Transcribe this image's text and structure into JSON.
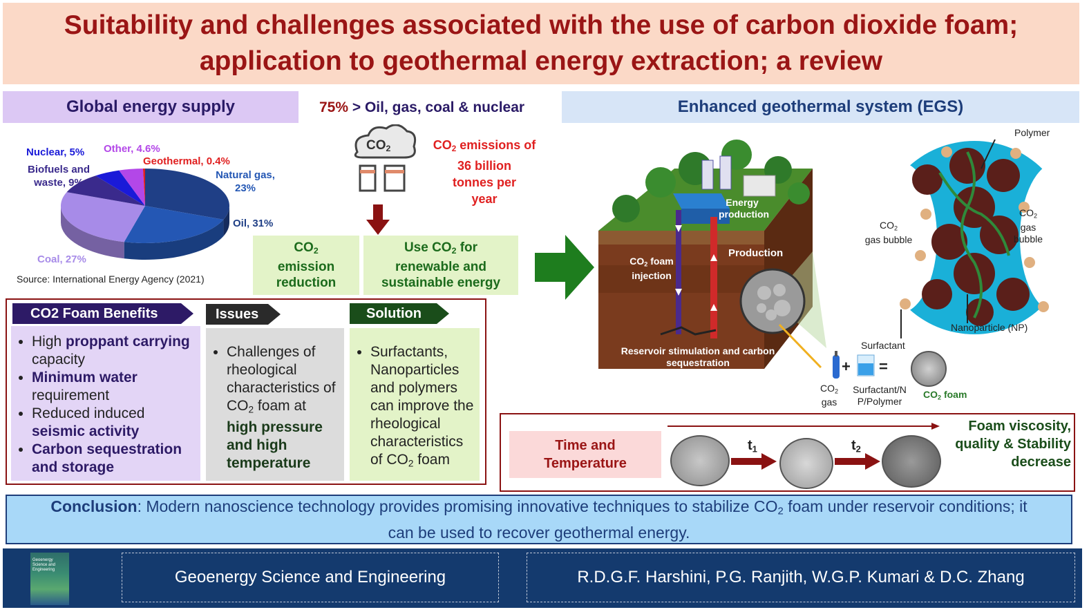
{
  "title": "Suitability and challenges associated with the use of carbon dioxide foam; application to geothermal energy extraction; a review",
  "global_supply": {
    "header": "Global energy supply",
    "source": "Source: International Energy Agency (2021)",
    "slices": [
      {
        "label": "Oil, 31%",
        "value": 31,
        "color": "#1f3f86"
      },
      {
        "label": "Natural gas, 23%",
        "value": 23,
        "color": "#2457b4"
      },
      {
        "label": "Coal, 27%",
        "value": 27,
        "color": "#a78be8"
      },
      {
        "label": "Biofuels and waste, 9%",
        "value": 9,
        "color": "#3a2a8c"
      },
      {
        "label": "Nuclear, 5%",
        "value": 5,
        "color": "#1a1ad8"
      },
      {
        "label": "Other, 4.6%",
        "value": 4.6,
        "color": "#b347e8"
      },
      {
        "label": "Geothermal, 0.4%",
        "value": 0.4,
        "color": "#e02020"
      }
    ]
  },
  "fossil": {
    "share_pct": "75%",
    "share_rest": "> Oil, gas, coal & nuclear",
    "cloud_label": "CO",
    "cloud_sub": "2",
    "emissions_line1_a": "CO",
    "emissions_line1_sub": "2",
    "emissions_line1_b": " emissions of",
    "emissions_line2": "36 billion",
    "emissions_line3": "tonnes per",
    "emissions_line4": "year"
  },
  "boxes": {
    "reduction_a": "CO",
    "reduction_sub": "2",
    "reduction_b": "emission",
    "reduction_c": "reduction",
    "renewable_a": "Use CO",
    "renewable_sub": "2",
    "renewable_b": " for",
    "renewable_c": "renewable and",
    "renewable_d": "sustainable energy"
  },
  "benefits": {
    "tab": "CO2 Foam Benefits",
    "items": [
      {
        "pre": "High ",
        "bold": "proppant carrying",
        "post": " capacity"
      },
      {
        "pre": "",
        "bold": "Minimum water",
        "post": " requirement"
      },
      {
        "pre": "Reduced induced ",
        "bold": "seismic activity",
        "post": ""
      },
      {
        "pre": "",
        "bold": "Carbon sequestration and storage",
        "post": ""
      }
    ]
  },
  "issues": {
    "tab": "Issues",
    "text_a": "Challenges of rheological characteristics of CO",
    "text_sub": "2",
    "text_b": " foam at ",
    "text_bold": "high pressure and high temperature"
  },
  "solution": {
    "tab": "Solution",
    "text_a": "Surfactants, Nanoparticles and polymers can improve the rheological characteristics of CO",
    "text_sub": "2",
    "text_b": " foam"
  },
  "egs": {
    "header": "Enhanced geothermal system (EGS)",
    "energy_production": "Energy production",
    "production": "Production",
    "injection_a": "CO",
    "injection_sub": "2",
    "injection_b": " foam injection",
    "reservoir": "Reservoir stimulation and carbon sequestration",
    "polymer": "Polymer",
    "bubble_left_a": "CO",
    "bubble_left_sub": "2",
    "bubble_left_b": "gas bubble",
    "bubble_right_a": "CO",
    "bubble_right_sub": "2",
    "bubble_right_b": "gas",
    "bubble_right_c": "bubble",
    "nanoparticle": "Nanoparticle (NP)",
    "surfactant": "Surfactant",
    "co2_gas_a": "CO",
    "co2_gas_sub": "2",
    "co2_gas_b": "gas",
    "plus": "+",
    "equals": "=",
    "mix": "Surfactant/NP/Polymer",
    "foam_a": "CO",
    "foam_sub": "2",
    "foam_b": " foam"
  },
  "decay": {
    "time_temp": "Time and Temperature",
    "t1": "t",
    "t1_sub": "1",
    "t2": "t",
    "t2_sub": "2",
    "result": "Foam viscosity, quality & Stability decrease"
  },
  "conclusion": {
    "label": "Conclusion",
    "text_a": ": Modern nanoscience technology provides promising innovative techniques to stabilize CO",
    "text_sub": "2",
    "text_b": " foam under reservoir conditions; it can be used to recover geothermal energy."
  },
  "footer": {
    "journal": "Geoenergy Science and Engineering",
    "authors": "R.D.G.F. Harshini, P.G. Ranjith, W.G.P. Kumari & D.C. Zhang",
    "cover_text": "Geoenergy Science and Engineering"
  }
}
